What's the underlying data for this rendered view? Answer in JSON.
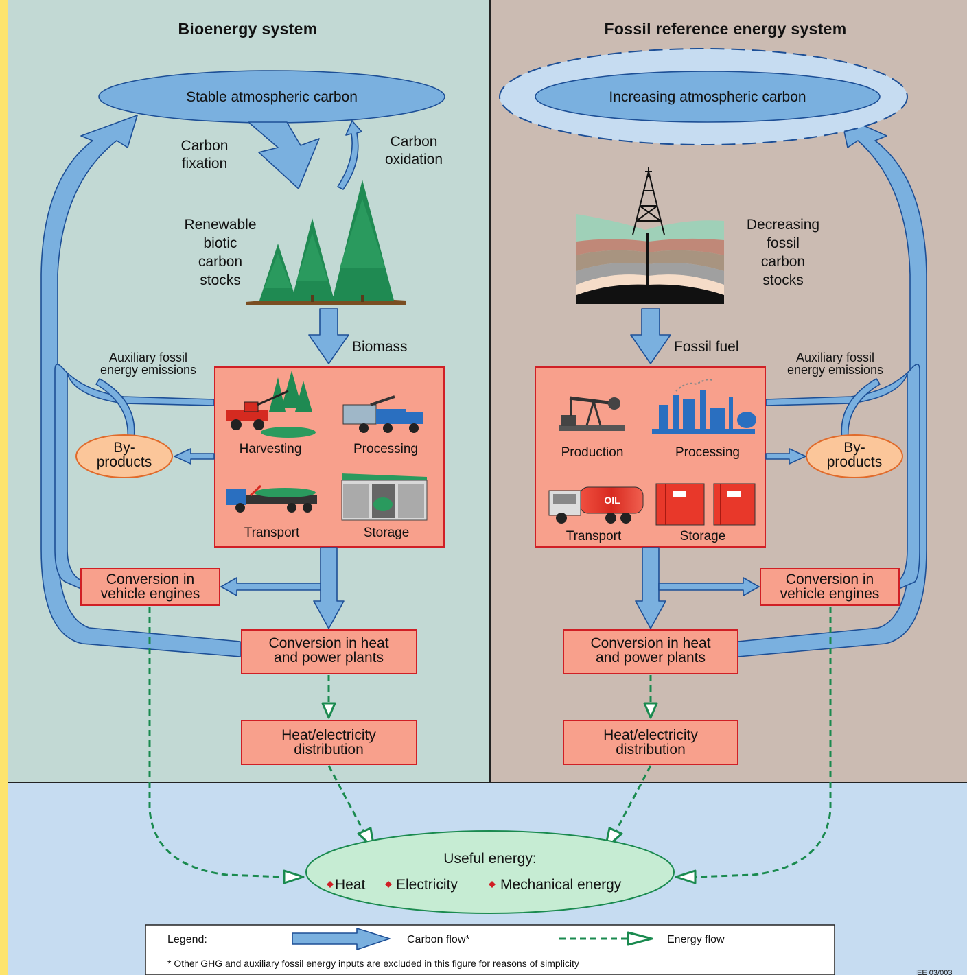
{
  "bio": {
    "title": "Bioenergy system",
    "atmosphere": "Stable atmospheric carbon",
    "fixation": [
      "Carbon",
      "fixation"
    ],
    "oxidation": [
      "Carbon",
      "oxidation"
    ],
    "stocks": [
      "Renewable",
      "biotic",
      "carbon",
      "stocks"
    ],
    "flow_label": "Biomass",
    "aux": [
      "Auxiliary fossil",
      "energy emissions"
    ],
    "byproducts": [
      "By-",
      "products"
    ],
    "steps": [
      "Harvesting",
      "Processing",
      "Transport",
      "Storage"
    ],
    "vehicle": [
      "Conversion in",
      "vehicle engines"
    ],
    "plants": [
      "Conversion in heat",
      "and power plants"
    ],
    "distribution": [
      "Heat/electricity",
      "distribution"
    ]
  },
  "fossil": {
    "title": "Fossil reference energy system",
    "atmosphere": "Increasing atmospheric carbon",
    "stocks": [
      "Decreasing",
      "fossil",
      "carbon",
      "stocks"
    ],
    "flow_label": "Fossil fuel",
    "aux": [
      "Auxiliary fossil",
      "energy emissions"
    ],
    "byproducts": [
      "By-",
      "products"
    ],
    "steps": [
      "Production",
      "Processing",
      "Transport",
      "Storage"
    ],
    "tank_text": "OIL",
    "vehicle": [
      "Conversion in",
      "vehicle engines"
    ],
    "plants": [
      "Conversion in heat",
      "and power plants"
    ],
    "distribution": [
      "Heat/electricity",
      "distribution"
    ]
  },
  "useful": {
    "title": "Useful energy:",
    "items": [
      "Heat",
      "Electricity",
      "Mechanical energy"
    ]
  },
  "legend": {
    "label": "Legend:",
    "carbon": "Carbon flow*",
    "energy": "Energy flow",
    "note": "* Other GHG and auxiliary fossil energy inputs are excluded in this figure for reasons of simplicity"
  },
  "corner_code": "IEE 03/003",
  "colors": {
    "bio_panel": "#c2d9d4",
    "fossil_panel": "#cbbbb2",
    "bottom_panel": "#c6dcf1",
    "side_strip": "#fde46d",
    "carbon_arrow": "#7ab0df",
    "box_fill": "#f8a08c",
    "box_border": "#d01f25",
    "byproduct_fill": "#fbc69a",
    "useful_fill": "#c6ecd3",
    "energy_line": "#1a8a4f"
  }
}
